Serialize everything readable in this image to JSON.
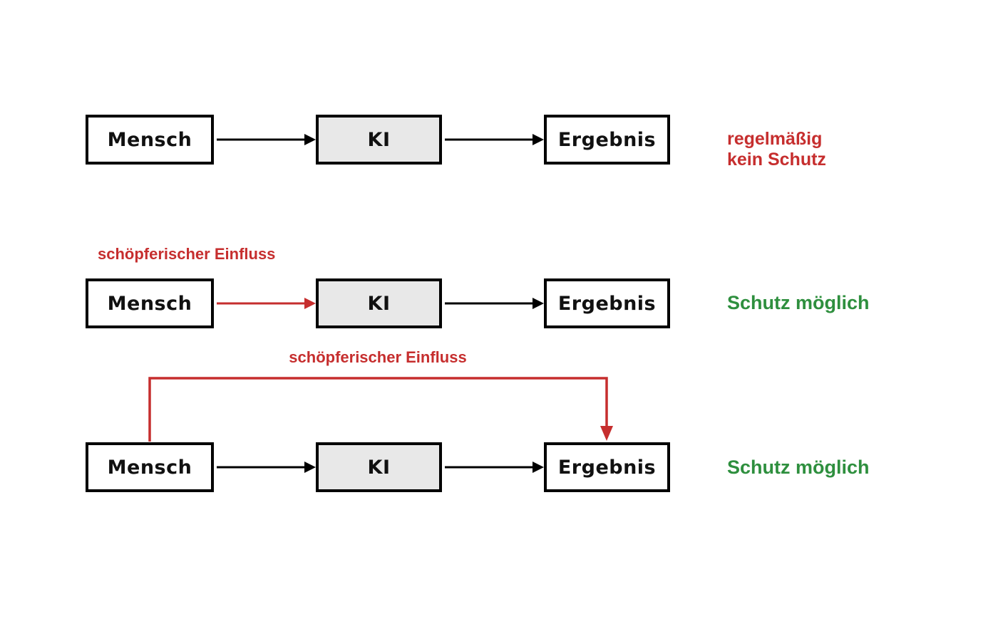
{
  "colors": {
    "red": "#c62e2e",
    "green": "#2e8f3e",
    "line": "#000000",
    "box_fill": "#ffffff",
    "ki_fill": "#e8e8e8"
  },
  "rows": [
    {
      "boxes": {
        "human": "Mensch",
        "ai": "KI",
        "result": "Ergebnis"
      },
      "note_line1": "regelmäßig",
      "note_line2": "kein Schutz"
    },
    {
      "influence_label": "schöpferischer Einfluss",
      "boxes": {
        "human": "Mensch",
        "ai": "KI",
        "result": "Ergebnis"
      },
      "note": "Schutz möglich"
    },
    {
      "influence_label": "schöpferischer Einfluss",
      "boxes": {
        "human": "Mensch",
        "ai": "KI",
        "result": "Ergebnis"
      },
      "note": "Schutz möglich"
    }
  ]
}
